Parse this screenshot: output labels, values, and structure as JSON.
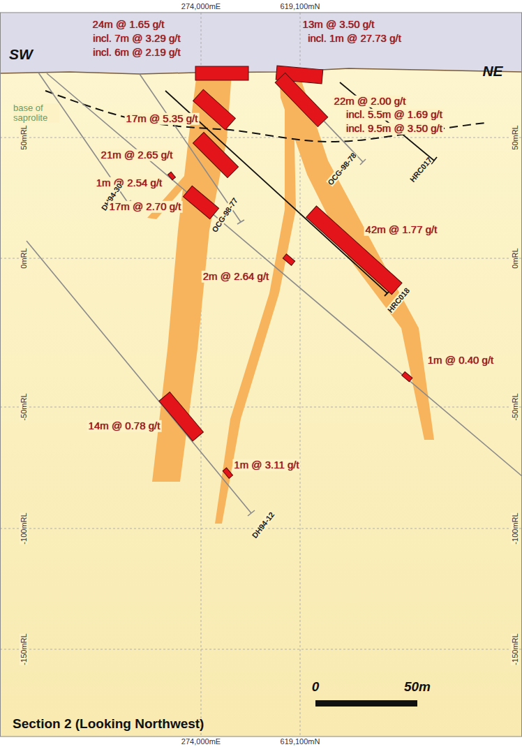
{
  "diagram": {
    "title": "Section 2 (Looking Northwest)",
    "labels": [
      "274,000mE",
      "619,100mN",
      "24m @ 1.65 g/t",
      "incl. 7m @ 3.29 g/t",
      "incl. 6m @ 2.19 g/t",
      "13m @ 3.50 g/t",
      "incl. 1m @ 27.73 g/t",
      "SW",
      "NE",
      "base of saprolite",
      "22m @ 2.00 g/t",
      "incl. 5.5m @ 1.69 g/t",
      "incl. 9.5m @ 3.50 g/t",
      "17m @ 5.35 g/t",
      "50mRL",
      "50mRL",
      "21m @ 2.65 g/t",
      "OCG-98-78",
      "HRC017",
      "1m @ 2.54 g/t",
      "DH94-30",
      "17m @ 2.70 g/t",
      "OCG-98-77",
      "42m @ 1.77 g/t",
      "0mRL",
      "0mRL",
      "2m @ 2.64 g/t",
      "HRC018",
      "1m @ 0.40 g/t",
      "-50mRL",
      "-50mRL",
      "14m @ 0.78 g/t",
      "1m @ 3.11 g/t",
      "DH94-12",
      "-100mRL",
      "-100mRL",
      "0",
      "50m",
      "-150mRL",
      "-150mRL",
      "274,000mE",
      "619,100mN"
    ]
  }
}
